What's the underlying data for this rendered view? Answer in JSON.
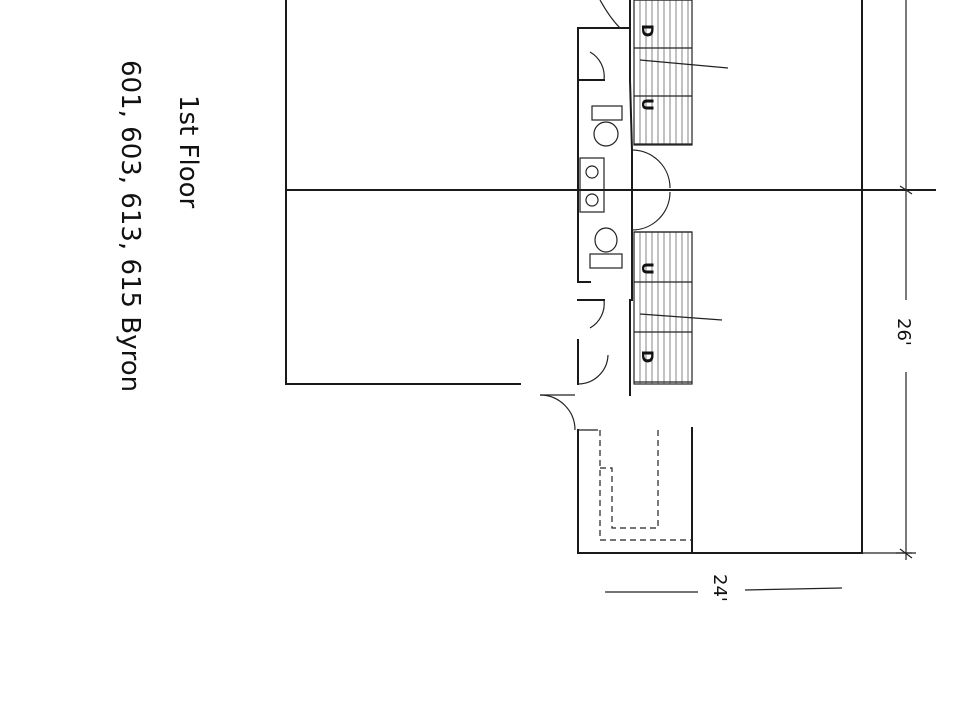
{
  "plan": {
    "title": "1st Floor",
    "address": "601, 603, 613, 615 Byron",
    "dimension_width": "24'",
    "dimension_depth": "26'",
    "stair_labels": {
      "down": "D",
      "up": "U"
    }
  }
}
